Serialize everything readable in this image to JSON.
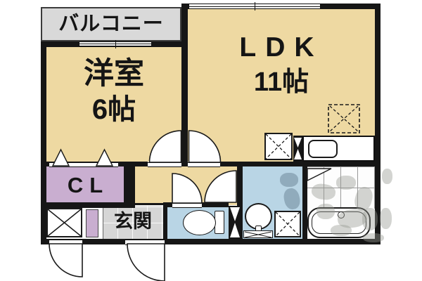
{
  "floor_plan": {
    "balcony": {
      "label": "バルコニー"
    },
    "western_room": {
      "label": "洋室",
      "size": "6帖"
    },
    "ldk": {
      "label": "LDK",
      "size": "11帖"
    },
    "closet": {
      "label": "CL"
    },
    "entrance": {
      "label": "玄関"
    }
  },
  "fixtures": {
    "bathtub": "bathtub-icon",
    "toilet": "toilet-icon",
    "washbasin": "washbasin-icon",
    "kitchen_sink": "kitchen-sink-icon",
    "refrigerator_space": "refrigerator-space-box",
    "washing_machine_space": "washing-machine-space-box",
    "laundry_space": "laundry-space-box",
    "storage": "storage-box",
    "shoe_cabinet": "shoe-cabinet",
    "pipe_space": "pipe-space-bowtie"
  },
  "colors": {
    "floor_tan": "#eed9a2",
    "balcony_gray": "#d9d9d9",
    "closet_purple": "#c9aed0",
    "entrance_gray": "#d6d6d6",
    "wet_area_blue": "#b9d5e5",
    "wall_black": "#161616",
    "tile_line_gray": "#999999"
  }
}
